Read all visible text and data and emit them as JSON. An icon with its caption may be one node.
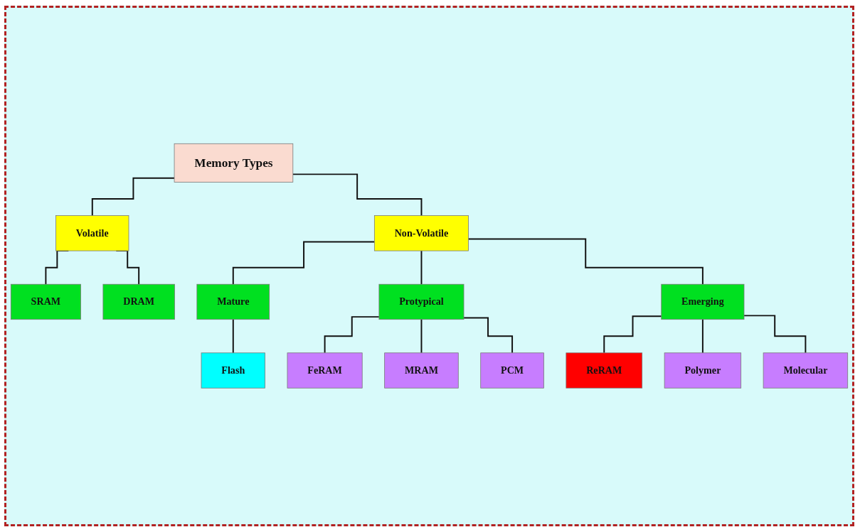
{
  "diagram": {
    "nodes": [
      {
        "text": [
          "Memory Types"
        ]
      },
      {
        "text": [
          "Volatile"
        ]
      },
      {
        "text": [
          "Non-Volatile"
        ]
      },
      {
        "text": [
          "SRAM"
        ]
      },
      {
        "text": [
          "DRAM"
        ]
      },
      {
        "text": [
          "Mature"
        ]
      },
      {
        "text": [
          "Protypical"
        ]
      },
      {
        "text": [
          "Emerging"
        ]
      },
      {
        "text": [
          "Flash"
        ]
      },
      {
        "text": [
          "FeRAM"
        ]
      },
      {
        "text": [
          "MRAM"
        ]
      },
      {
        "text": [
          "PCM"
        ]
      },
      {
        "text": [
          "ReRAM"
        ]
      },
      {
        "text": [
          "Polymer"
        ]
      },
      {
        "text": [
          "Molecular"
        ]
      }
    ],
    "edges": [
      {
        "from": 0,
        "to": 1,
        "arrow": "none"
      },
      {
        "from": 0,
        "to": 2,
        "arrow": "none"
      },
      {
        "from": 1,
        "to": 3,
        "arrow": "none"
      },
      {
        "from": 1,
        "to": 4,
        "arrow": "none"
      },
      {
        "from": 2,
        "to": 5,
        "arrow": "none"
      },
      {
        "from": 2,
        "to": 6,
        "arrow": "none"
      },
      {
        "from": 2,
        "to": 7,
        "arrow": "none"
      },
      {
        "from": 5,
        "to": 8,
        "arrow": "none"
      },
      {
        "from": 6,
        "to": 9,
        "arrow": "none"
      },
      {
        "from": 6,
        "to": 10,
        "arrow": "none"
      },
      {
        "from": 6,
        "to": 11,
        "arrow": "none"
      },
      {
        "from": 7,
        "to": 12,
        "arrow": "none"
      },
      {
        "from": 7,
        "to": 13,
        "arrow": "none"
      },
      {
        "from": 7,
        "to": 14,
        "arrow": "none"
      }
    ]
  }
}
